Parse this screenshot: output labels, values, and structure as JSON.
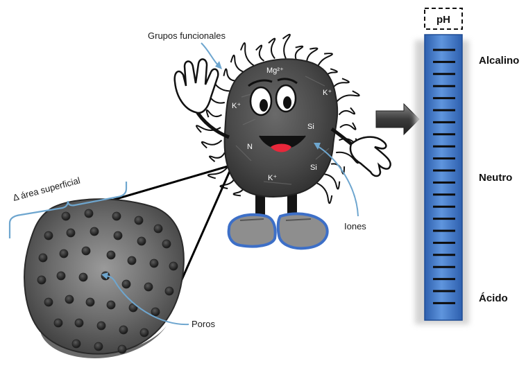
{
  "labels": {
    "functional_groups": "Grupos funcionales",
    "surface_area": "Δ área superficial",
    "pores": "Poros",
    "ions": "Iones"
  },
  "ions_on_body": {
    "mg": "Mg²⁺",
    "k_left": "K⁺",
    "k_right": "K⁺",
    "si_1": "Si",
    "si_2": "Si",
    "n": "N",
    "k_bottom": "K⁺"
  },
  "ph_scale": {
    "title": "pH",
    "top": "Alcalino",
    "middle": "Neutro",
    "bottom": "Ácido"
  },
  "colors": {
    "arrow_blue": "#6ea6cf",
    "scale_blue": "#3f78c8",
    "scale_blue_light": "#6c9ee0",
    "char_body": "#4a4a4a",
    "shoe_blue": "#3d6fc7"
  }
}
